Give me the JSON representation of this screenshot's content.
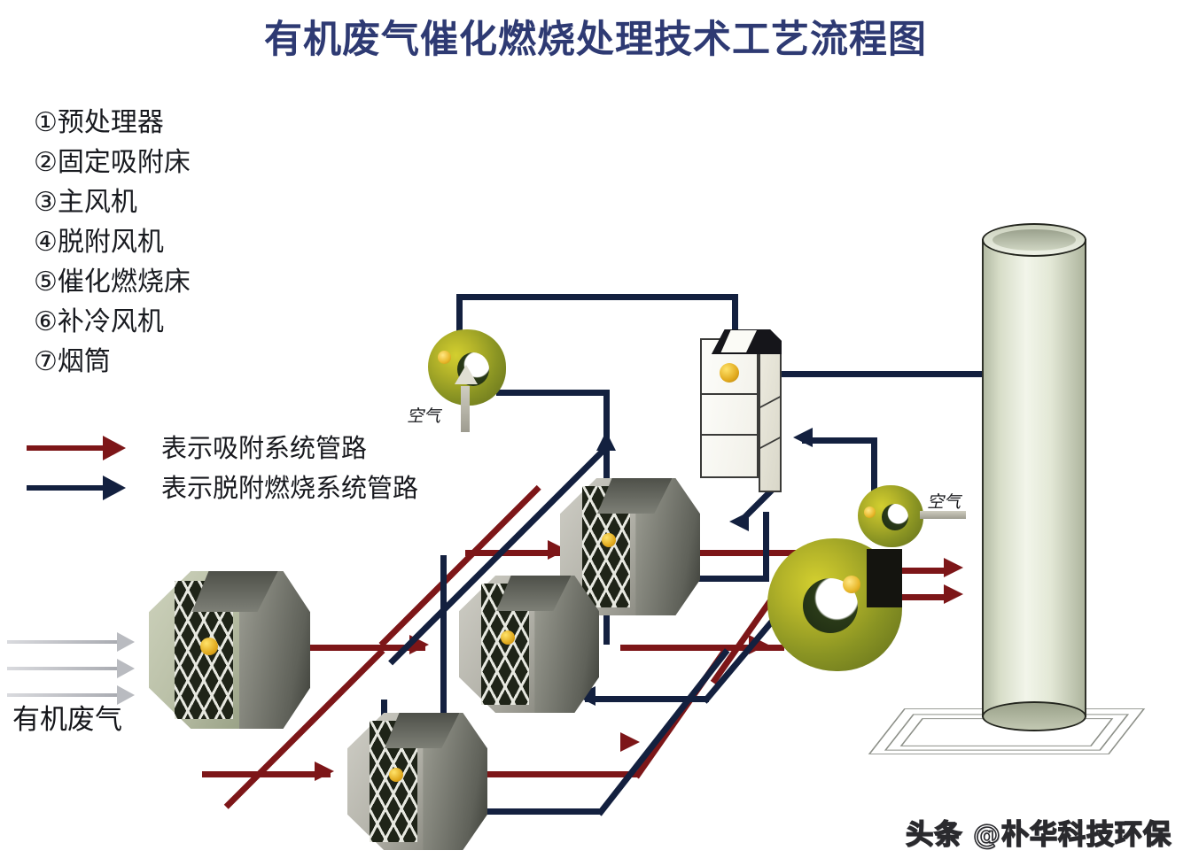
{
  "title": "有机废气催化燃烧处理技术工艺流程图",
  "title_color": "#2e3a73",
  "equipment_legend": [
    {
      "num": "①",
      "label": "预处理器",
      "text": "①预处理器"
    },
    {
      "num": "②",
      "label": "固定吸附床",
      "text": "②固定吸附床"
    },
    {
      "num": "③",
      "label": "主风机",
      "text": "③主风机"
    },
    {
      "num": "④",
      "label": "脱附风机",
      "text": "④脱附风机"
    },
    {
      "num": "⑤",
      "label": "催化燃烧床",
      "text": "⑤催化燃烧床"
    },
    {
      "num": "⑥",
      "label": "补冷风机",
      "text": "⑥补冷风机"
    },
    {
      "num": "⑦",
      "label": "烟筒",
      "text": "⑦烟筒"
    }
  ],
  "flow_legend": [
    {
      "label": "表示吸附系统管路",
      "color": "#7d1618",
      "system": "adsorption"
    },
    {
      "label": "表示脱附燃烧系统管路",
      "color": "#13203f",
      "system": "desorption-combustion"
    }
  ],
  "inlet": {
    "label": "有机废气",
    "arrow_count": 3,
    "arrow_color": "#b9bbc0"
  },
  "air_labels": [
    {
      "id": "desorption-fan-air",
      "text": "空气"
    },
    {
      "id": "cooling-fan-air",
      "text": "空气"
    }
  ],
  "equipment_markers": {
    "pretreatment": "①",
    "adsorption_bed": "②",
    "main_blower": "③",
    "desorption_fan": "④",
    "catalytic_bed": "⑤",
    "cooling_fan": "⑥",
    "stack": "⑦"
  },
  "watermark": "头条 @朴华科技环保",
  "colors": {
    "adsorption_pipe": "#7d1618",
    "desorption_pipe": "#13203f",
    "title": "#2e3a73",
    "background": "#ffffff",
    "fan_body": "#8a9423",
    "stack_body": "#e3e8d6"
  }
}
